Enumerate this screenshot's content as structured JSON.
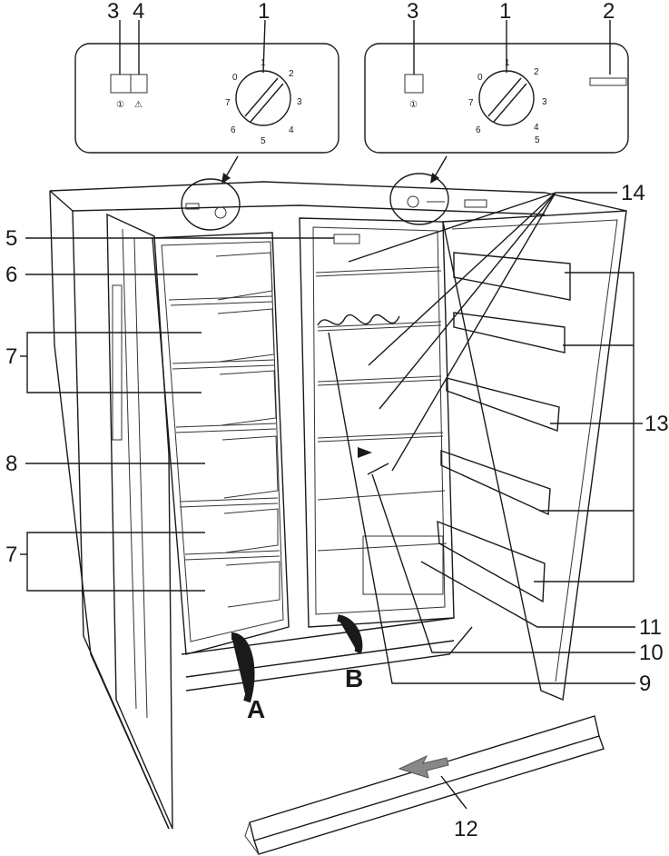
{
  "callouts": {
    "c1a": "1",
    "c1b": "1",
    "c2": "2",
    "c3a": "3",
    "c3b": "3",
    "c4": "4",
    "c5": "5",
    "c6": "6",
    "c7a": "7",
    "c7b": "7",
    "c8": "8",
    "c9": "9",
    "c10": "10",
    "c11": "11",
    "c12": "12",
    "c13": "13",
    "c14": "14"
  },
  "left_dial": [
    "0",
    "1",
    "2",
    "3",
    "4",
    "5",
    "6",
    "7"
  ],
  "right_dial": [
    "0",
    "1",
    "2",
    "3",
    "4",
    "5",
    "6",
    "7"
  ],
  "symbols": {
    "power": "①",
    "warning": "⚠"
  },
  "markers": {
    "a": "A",
    "b": "B"
  },
  "colors": {
    "line": "#1a1a1a",
    "panel": "#ffffff",
    "background": "#ffffff",
    "arrow_fill": "#888888"
  }
}
